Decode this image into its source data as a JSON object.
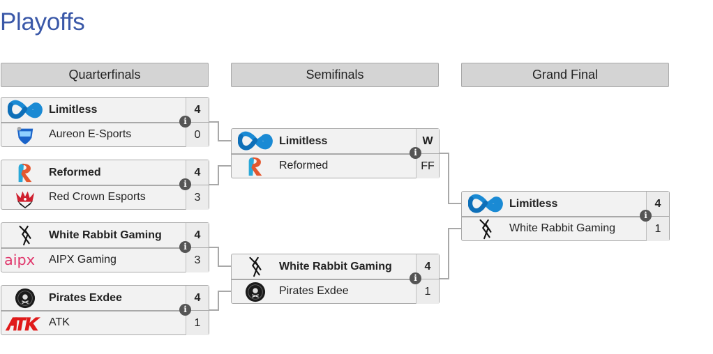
{
  "page": {
    "title": "Playoffs"
  },
  "rounds": [
    {
      "label": "Quarterfinals"
    },
    {
      "label": "Semifinals"
    },
    {
      "label": "Grand Final"
    }
  ],
  "matches": {
    "qf1": {
      "team1": {
        "name": "Limitless",
        "score": "4",
        "logo": "limitless-logo"
      },
      "team2": {
        "name": "Aureon E-Sports",
        "score": "0",
        "logo": "aureon-logo"
      }
    },
    "qf2": {
      "team1": {
        "name": "Reformed",
        "score": "4",
        "logo": "reformed-logo"
      },
      "team2": {
        "name": "Red Crown Esports",
        "score": "3",
        "logo": "red-crown-logo"
      }
    },
    "qf3": {
      "team1": {
        "name": "White Rabbit Gaming",
        "score": "4",
        "logo": "white-rabbit-logo"
      },
      "team2": {
        "name": "AIPX Gaming",
        "score": "3",
        "logo": "aipx-logo"
      }
    },
    "qf4": {
      "team1": {
        "name": "Pirates Exdee",
        "score": "4",
        "logo": "pirates-logo"
      },
      "team2": {
        "name": "ATK",
        "score": "1",
        "logo": "atk-logo"
      }
    },
    "sf1": {
      "team1": {
        "name": "Limitless",
        "score": "W",
        "logo": "limitless-logo"
      },
      "team2": {
        "name": "Reformed",
        "score": "FF",
        "logo": "reformed-logo"
      }
    },
    "sf2": {
      "team1": {
        "name": "White Rabbit Gaming",
        "score": "4",
        "logo": "white-rabbit-logo"
      },
      "team2": {
        "name": "Pirates Exdee",
        "score": "1",
        "logo": "pirates-logo"
      }
    },
    "gf": {
      "team1": {
        "name": "Limitless",
        "score": "4",
        "logo": "limitless-logo"
      },
      "team2": {
        "name": "White Rabbit Gaming",
        "score": "1",
        "logo": "white-rabbit-logo"
      }
    }
  },
  "info_icon_glyph": "i",
  "colors": {
    "title": "#3a58a8",
    "header_bg": "#d4d4d4",
    "match_bg": "#f2f2f2",
    "connector": "#a8a8a8"
  }
}
